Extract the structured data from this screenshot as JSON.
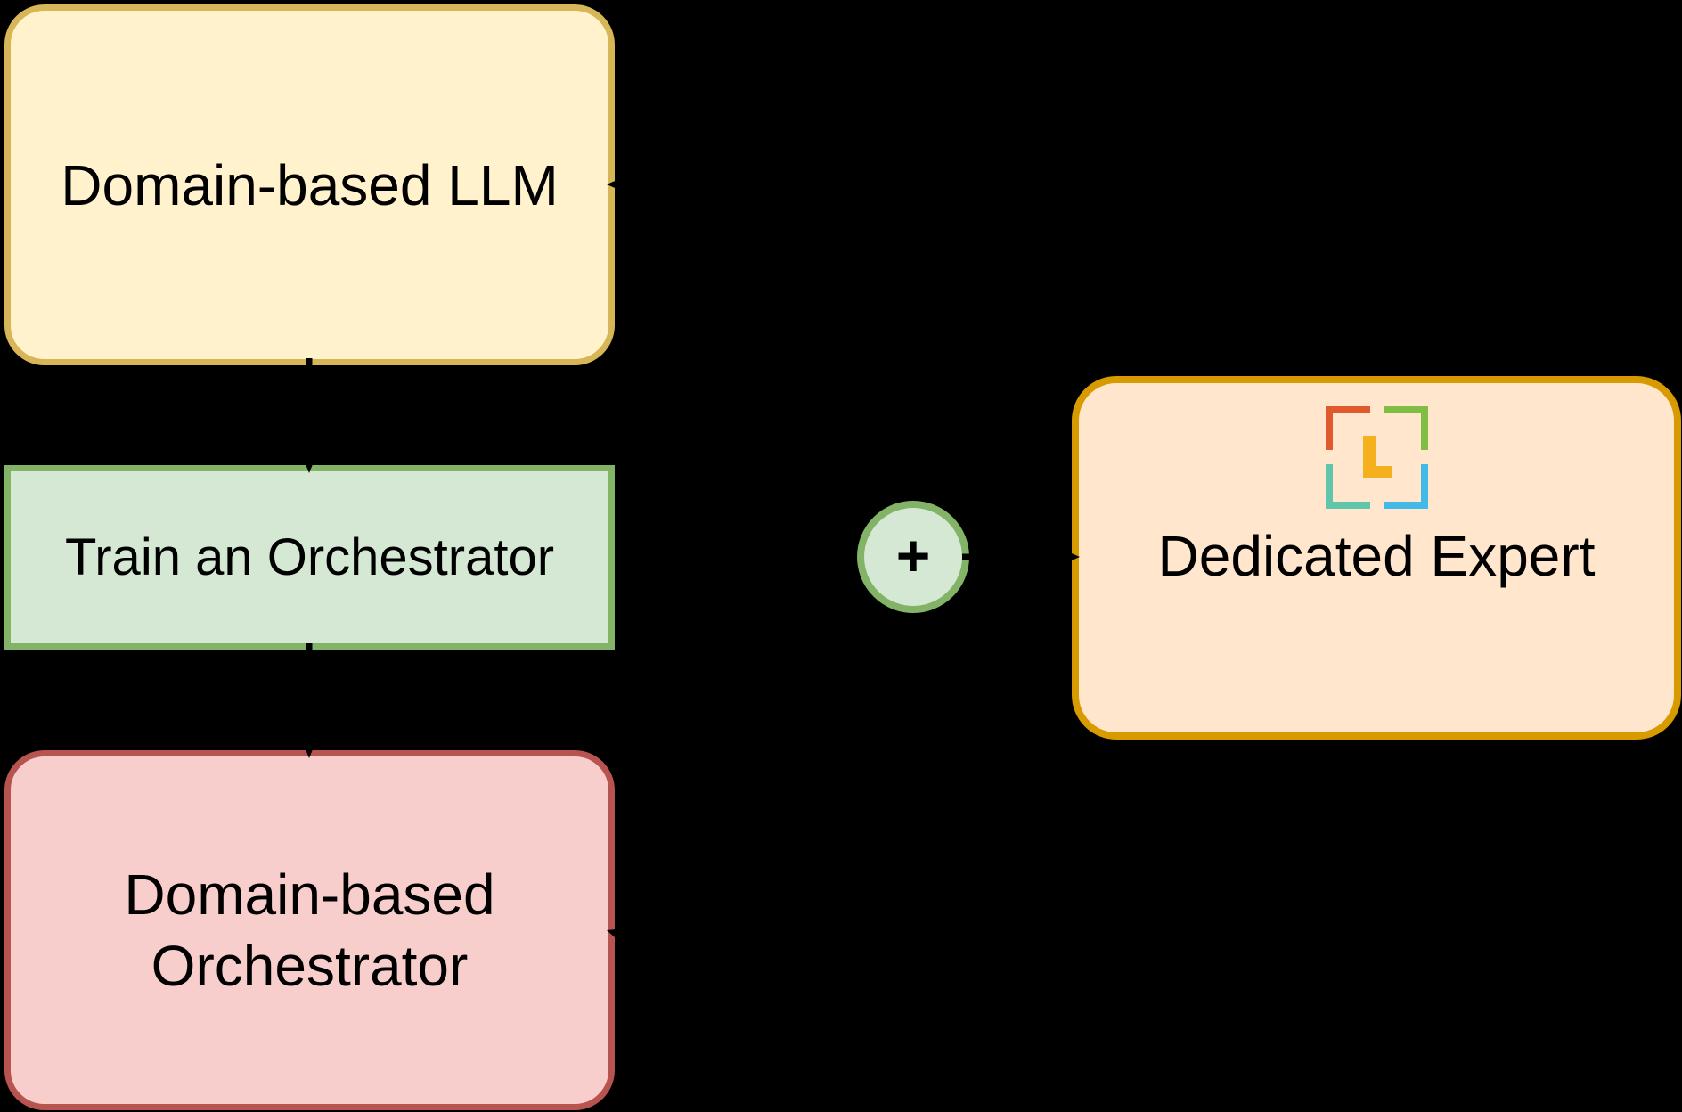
{
  "diagram": {
    "nodes": {
      "domain_llm": {
        "label": "Domain-based LLM"
      },
      "train_orchestrator": {
        "label": "Train an Orchestrator"
      },
      "domain_orchestrator": {
        "label": "Domain-based\nOrchestrator"
      },
      "plus": {
        "symbol": "+"
      },
      "dedicated_expert": {
        "label": "Dedicated Expert"
      }
    },
    "colors": {
      "canvas-bg": "#000000",
      "text": "#000000",
      "arrow": "#000000",
      "yellow-fill": "#FFF2CC",
      "yellow-border": "#D6B656",
      "green-fill": "#D5E8D4",
      "green-border": "#82B366",
      "red-fill": "#F8CECC",
      "red-border": "#B85450",
      "orange-fill": "#FFE6CC",
      "orange-border": "#D79B00",
      "logo-red": "#E0592C",
      "logo-green": "#7FBE42",
      "logo-teal": "#5FC6AC",
      "logo-blue": "#41BAE8",
      "logo-amber": "#F4B01D"
    }
  }
}
